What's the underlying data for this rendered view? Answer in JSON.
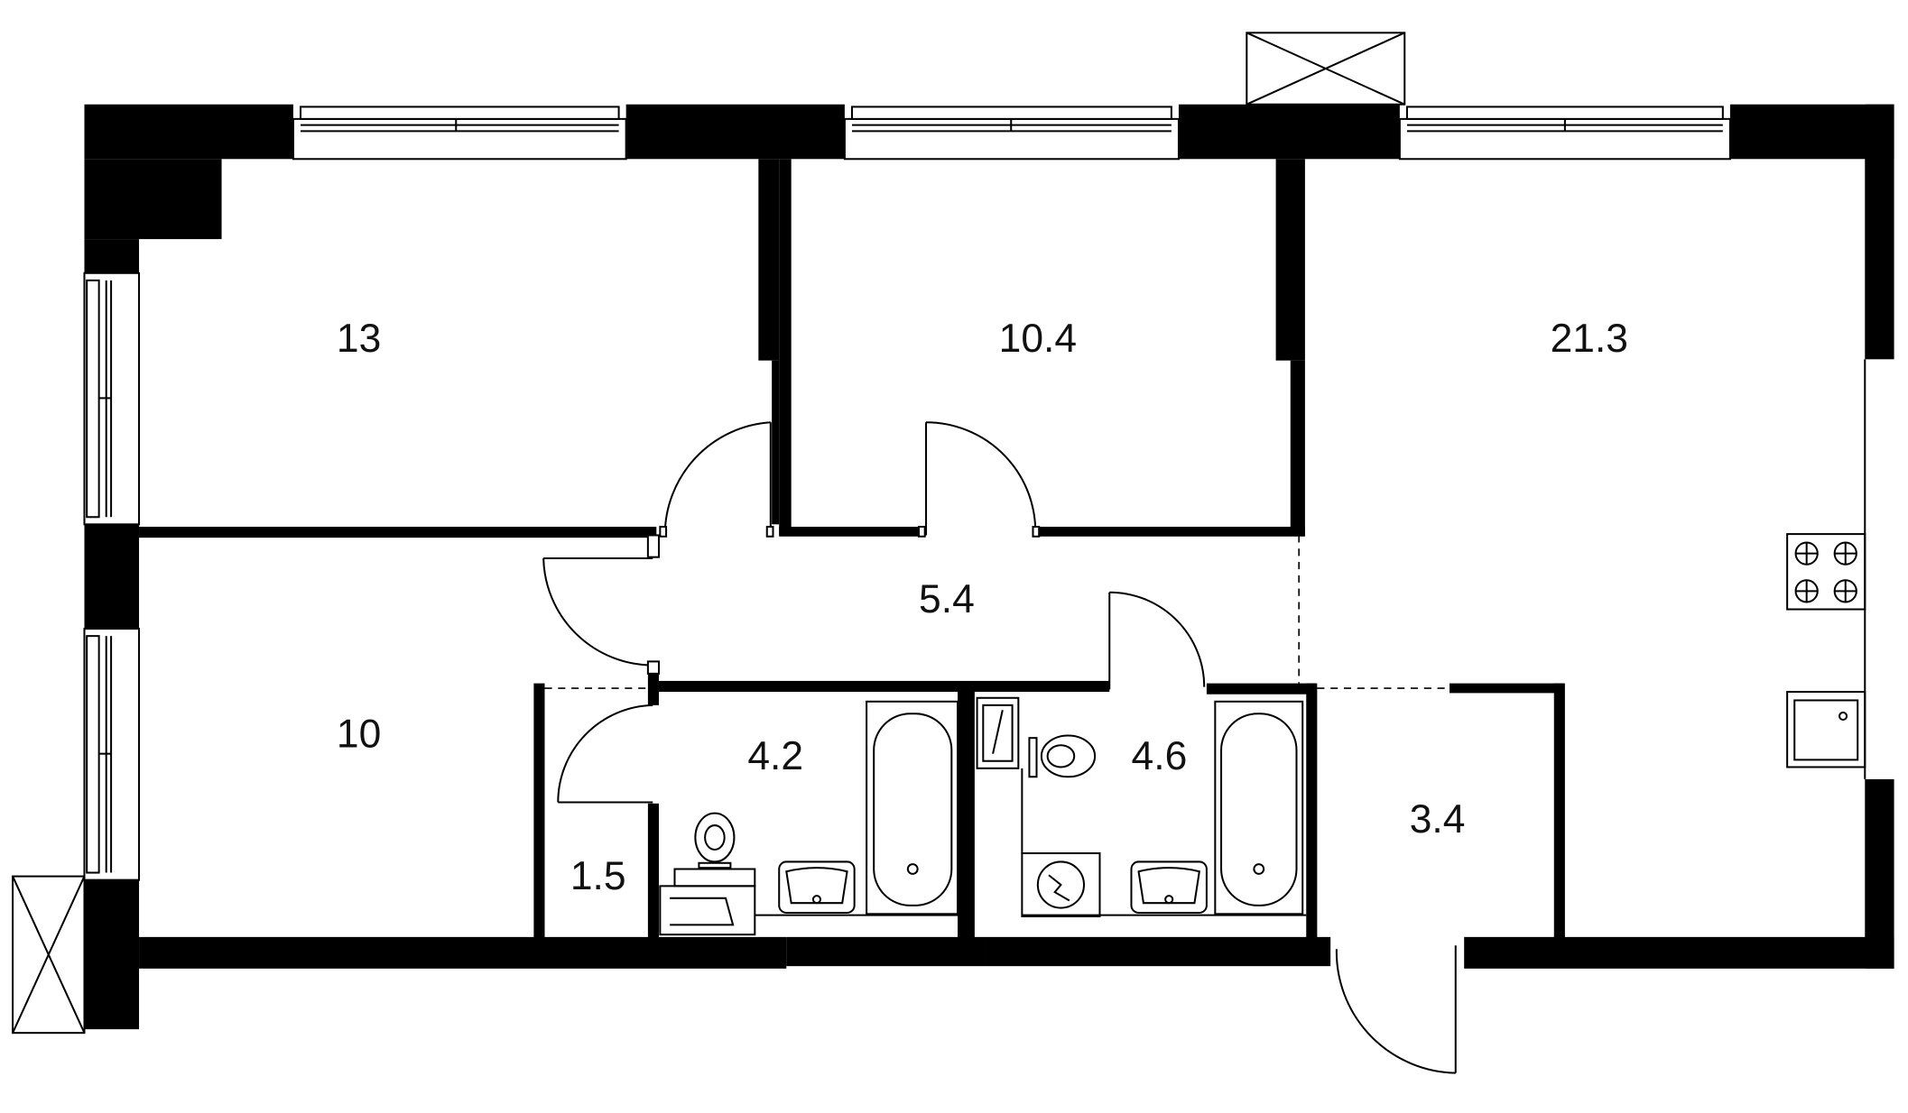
{
  "plan": {
    "wall_color": "#000000",
    "background_color": "#ffffff",
    "rooms": [
      {
        "id": "bedroom-1",
        "area": "13"
      },
      {
        "id": "bedroom-2",
        "area": "10.4"
      },
      {
        "id": "kitchen-living",
        "area": "21.3"
      },
      {
        "id": "bedroom-3",
        "area": "10"
      },
      {
        "id": "hallway",
        "area": "5.4"
      },
      {
        "id": "bathroom-1",
        "area": "4.2"
      },
      {
        "id": "bathroom-2",
        "area": "4.6"
      },
      {
        "id": "closet",
        "area": "1.5"
      },
      {
        "id": "entrance",
        "area": "3.4"
      }
    ]
  }
}
